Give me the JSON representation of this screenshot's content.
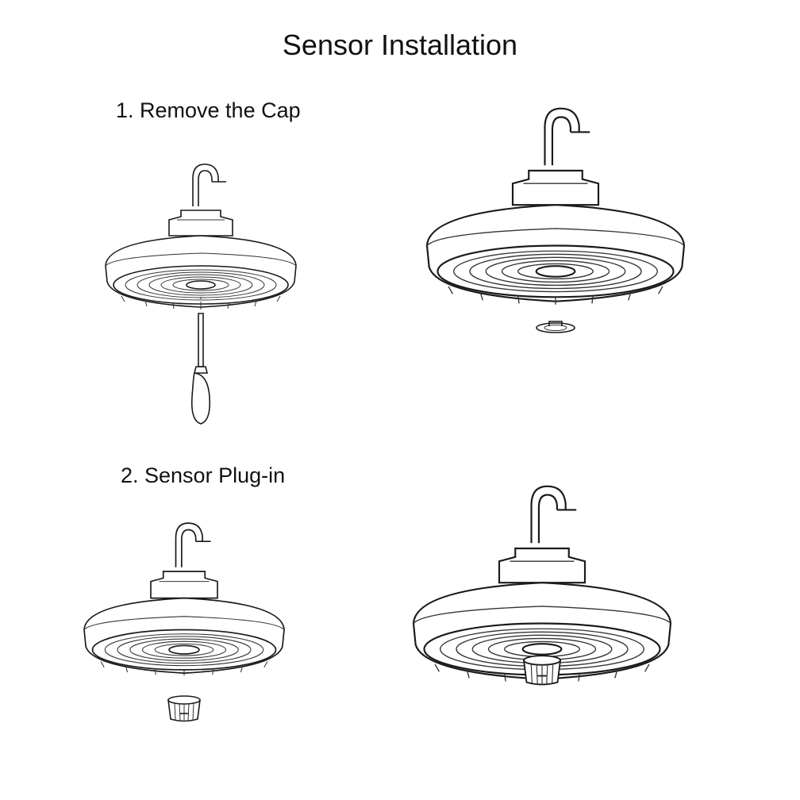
{
  "page": {
    "title": "Sensor Installation"
  },
  "steps": [
    {
      "label": "1. Remove the Cap"
    },
    {
      "label": "2. Sensor Plug-in"
    }
  ],
  "illustrations": [
    {
      "name": "fixture-with-screwdriver-icon"
    },
    {
      "name": "fixture-cap-removed-icon"
    },
    {
      "name": "fixture-sensor-below-icon"
    },
    {
      "name": "fixture-sensor-installed-icon"
    }
  ],
  "colors": {
    "line": "#1a1a1a",
    "background": "#ffffff"
  }
}
